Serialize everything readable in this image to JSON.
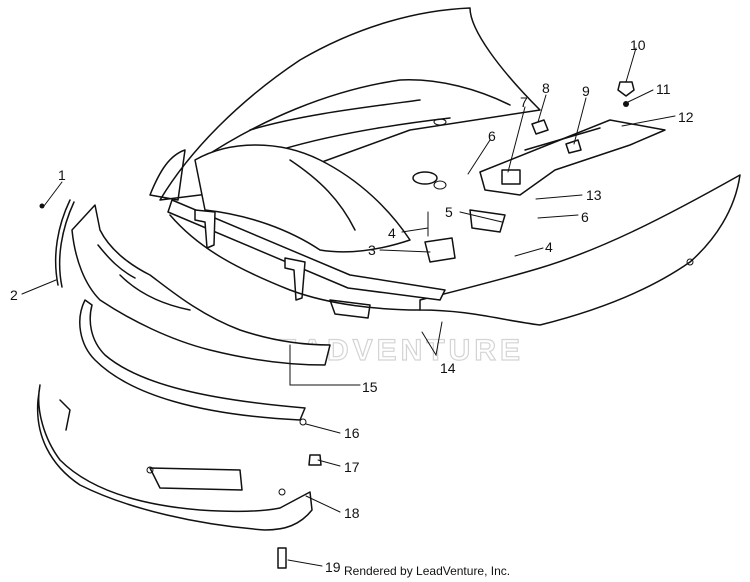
{
  "watermark": "LEADVENTURE",
  "credit": "Rendered by LeadVenture, Inc.",
  "callouts": [
    "1",
    "2",
    "3",
    "4",
    "4",
    "5",
    "6",
    "6",
    "7",
    "8",
    "9",
    "10",
    "11",
    "12",
    "13",
    "14",
    "15",
    "16",
    "17",
    "18",
    "19"
  ]
}
